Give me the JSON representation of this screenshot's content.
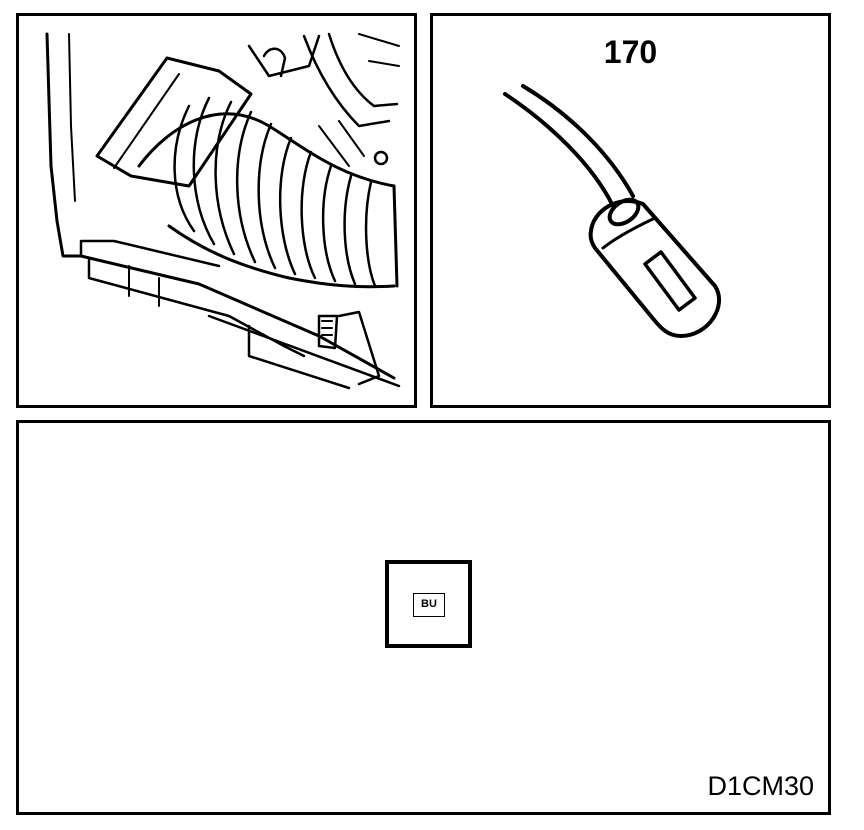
{
  "panels": {
    "engine_view": {
      "icon": "engine-bay-hose-illustration"
    },
    "connector_view": {
      "number": "170",
      "icon": "connector-plug-illustration"
    },
    "face_view": {
      "terminal_label": "BU",
      "reference_code": "D1CM30"
    }
  },
  "colors": {
    "line": "#000000",
    "background": "#ffffff"
  }
}
